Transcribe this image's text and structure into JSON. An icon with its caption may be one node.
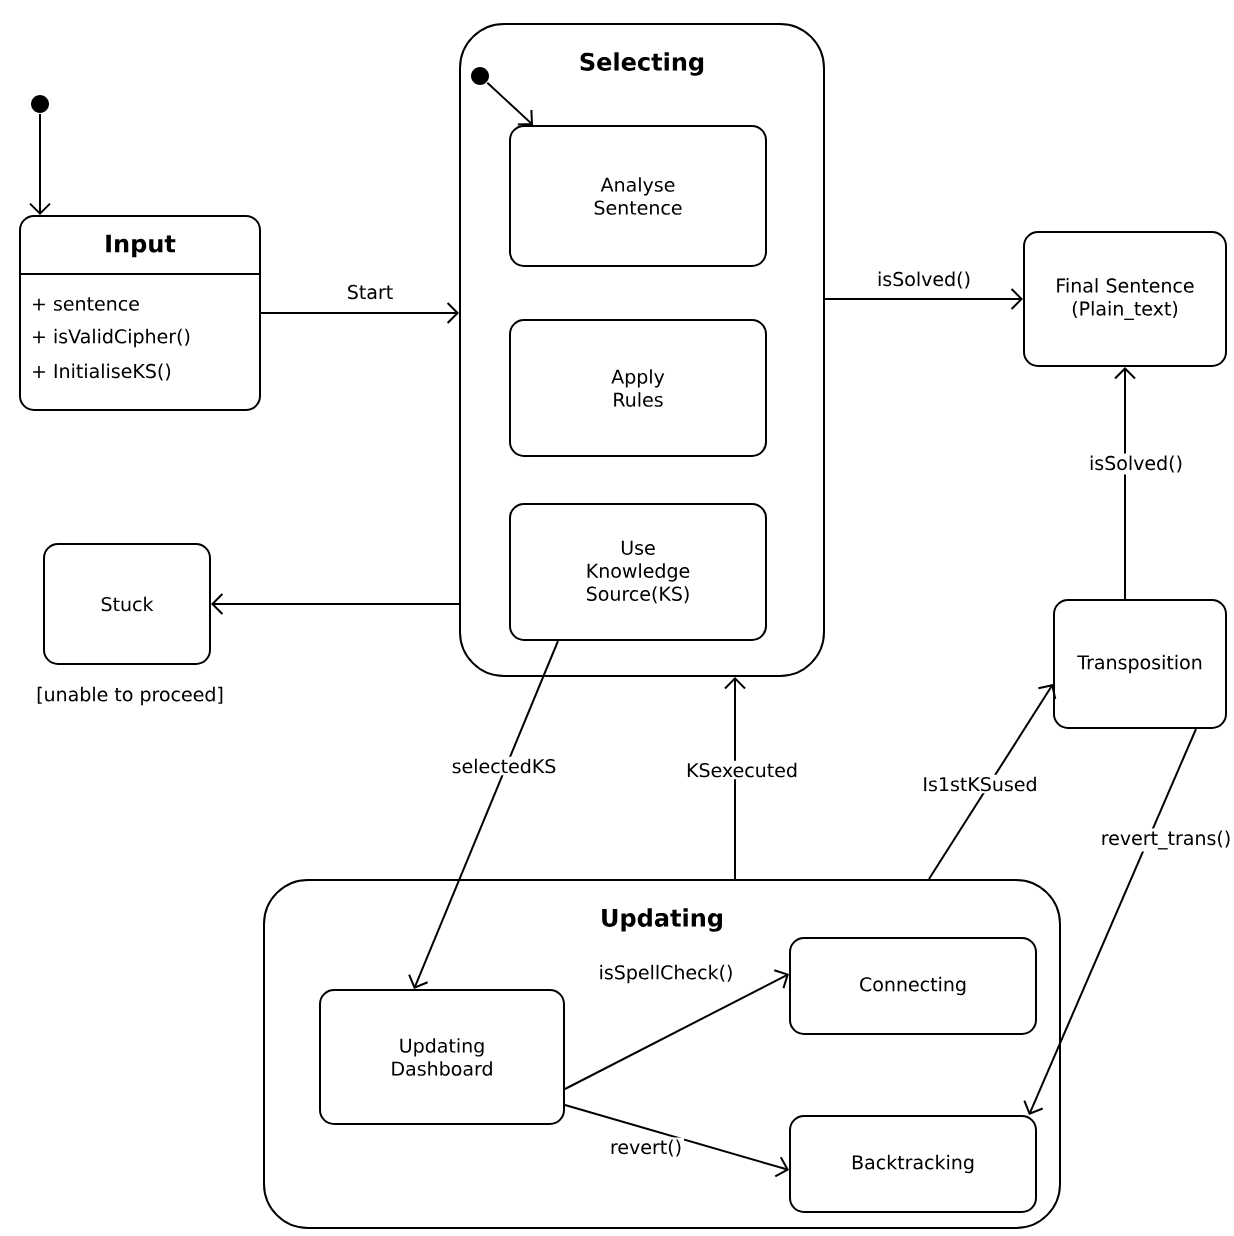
{
  "diagram": {
    "nodes": [
      {
        "text": [],
        "shape": "circle"
      },
      {
        "text": [
          "Input",
          "+ sentence",
          "+ isValidCipher()",
          "+ InitialiseKS()"
        ]
      },
      {
        "text": [
          "Selecting"
        ]
      },
      {
        "text": [],
        "shape": "circle",
        "in": 2
      },
      {
        "text": [
          "Analyse Sentence"
        ],
        "in": 2
      },
      {
        "text": [
          "Apply Rules"
        ],
        "in": 2
      },
      {
        "text": [
          "Use Knowledge Source(KS)"
        ],
        "in": 2
      },
      {
        "text": [
          "Final Sentence (Plain_text)"
        ]
      },
      {
        "text": [
          "Stuck"
        ],
        "beside": [
          "[unable to proceed]"
        ]
      },
      {
        "text": [
          "Transposition"
        ]
      },
      {
        "text": [
          "Updating"
        ]
      },
      {
        "text": [
          "Updating Dashboard"
        ],
        "in": 10
      },
      {
        "text": [
          "Connecting"
        ],
        "in": 10
      },
      {
        "text": [
          "Backtracking"
        ],
        "in": 10
      }
    ],
    "edges": [
      {
        "from": 0,
        "to": 1,
        "arrow": "to"
      },
      {
        "from": 1,
        "to": 2,
        "arrow": "to",
        "label": "Start"
      },
      {
        "from": 3,
        "to": 4,
        "arrow": "to"
      },
      {
        "from": 2,
        "to": 7,
        "arrow": "to",
        "label": "isSolved()"
      },
      {
        "from": 2,
        "to": 8,
        "arrow": "to"
      },
      {
        "from": 9,
        "to": 7,
        "arrow": "to",
        "label": "isSolved()"
      },
      {
        "from": 6,
        "to": 11,
        "arrow": "to",
        "label": "selectedKS"
      },
      {
        "from": 10,
        "to": 2,
        "arrow": "to",
        "label": "KSexecuted"
      },
      {
        "from": 10,
        "to": 9,
        "arrow": "to",
        "label": "Is1stKSused"
      },
      {
        "from": 9,
        "to": 13,
        "arrow": "to",
        "label": "revert_trans()"
      },
      {
        "from": 11,
        "to": 12,
        "arrow": "to",
        "label": "isSpellCheck()"
      },
      {
        "from": 11,
        "to": 13,
        "arrow": "to",
        "label": "revert()"
      }
    ]
  }
}
